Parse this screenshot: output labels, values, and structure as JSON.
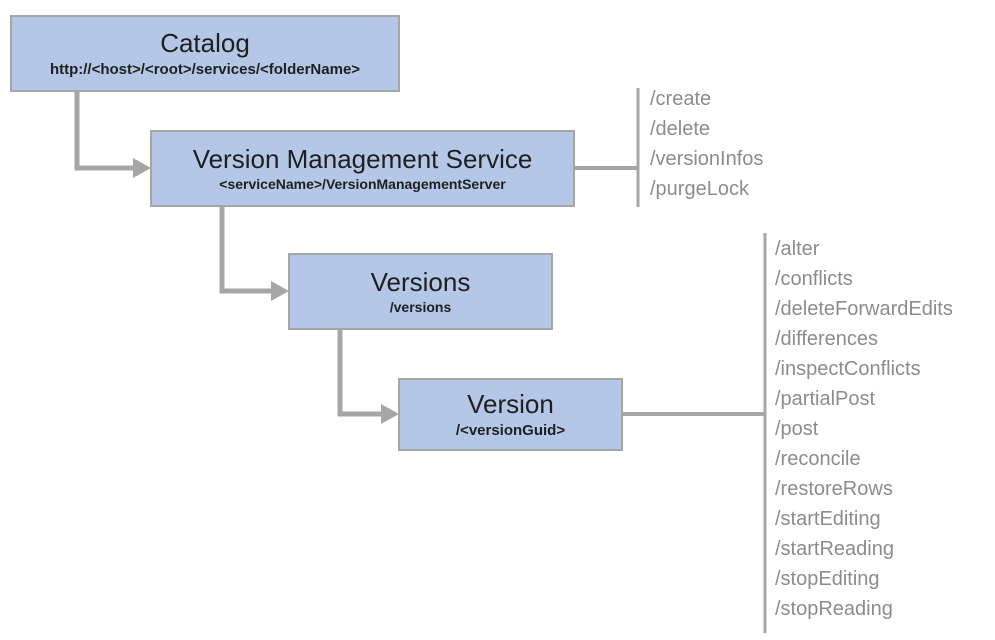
{
  "diagram": {
    "nodes": [
      {
        "id": "catalog",
        "title": "Catalog",
        "subtitle": "http://<host>/<root>/services/<folderName>"
      },
      {
        "id": "version-management-service",
        "title": "Version Management Service",
        "subtitle": "<serviceName>/VersionManagementServer",
        "endpoints": [
          "/create",
          "/delete",
          "/versionInfos",
          "/purgeLock"
        ]
      },
      {
        "id": "versions",
        "title": "Versions",
        "subtitle": "/versions"
      },
      {
        "id": "version",
        "title": "Version",
        "subtitle": "/<versionGuid>",
        "endpoints": [
          "/alter",
          "/conflicts",
          "/deleteForwardEdits",
          "/differences",
          "/inspectConflicts",
          "/partialPost",
          "/post",
          "/reconcile",
          "/restoreRows",
          "/startEditing",
          "/startReading",
          "/stopEditing",
          "/stopReading"
        ]
      }
    ],
    "colors": {
      "box_fill": "#b4c7e7",
      "box_border": "#a6a6a6",
      "connector": "#a6a6a6",
      "endpoint_text": "#8c8c8c",
      "title_text": "#1f1f1f"
    }
  }
}
